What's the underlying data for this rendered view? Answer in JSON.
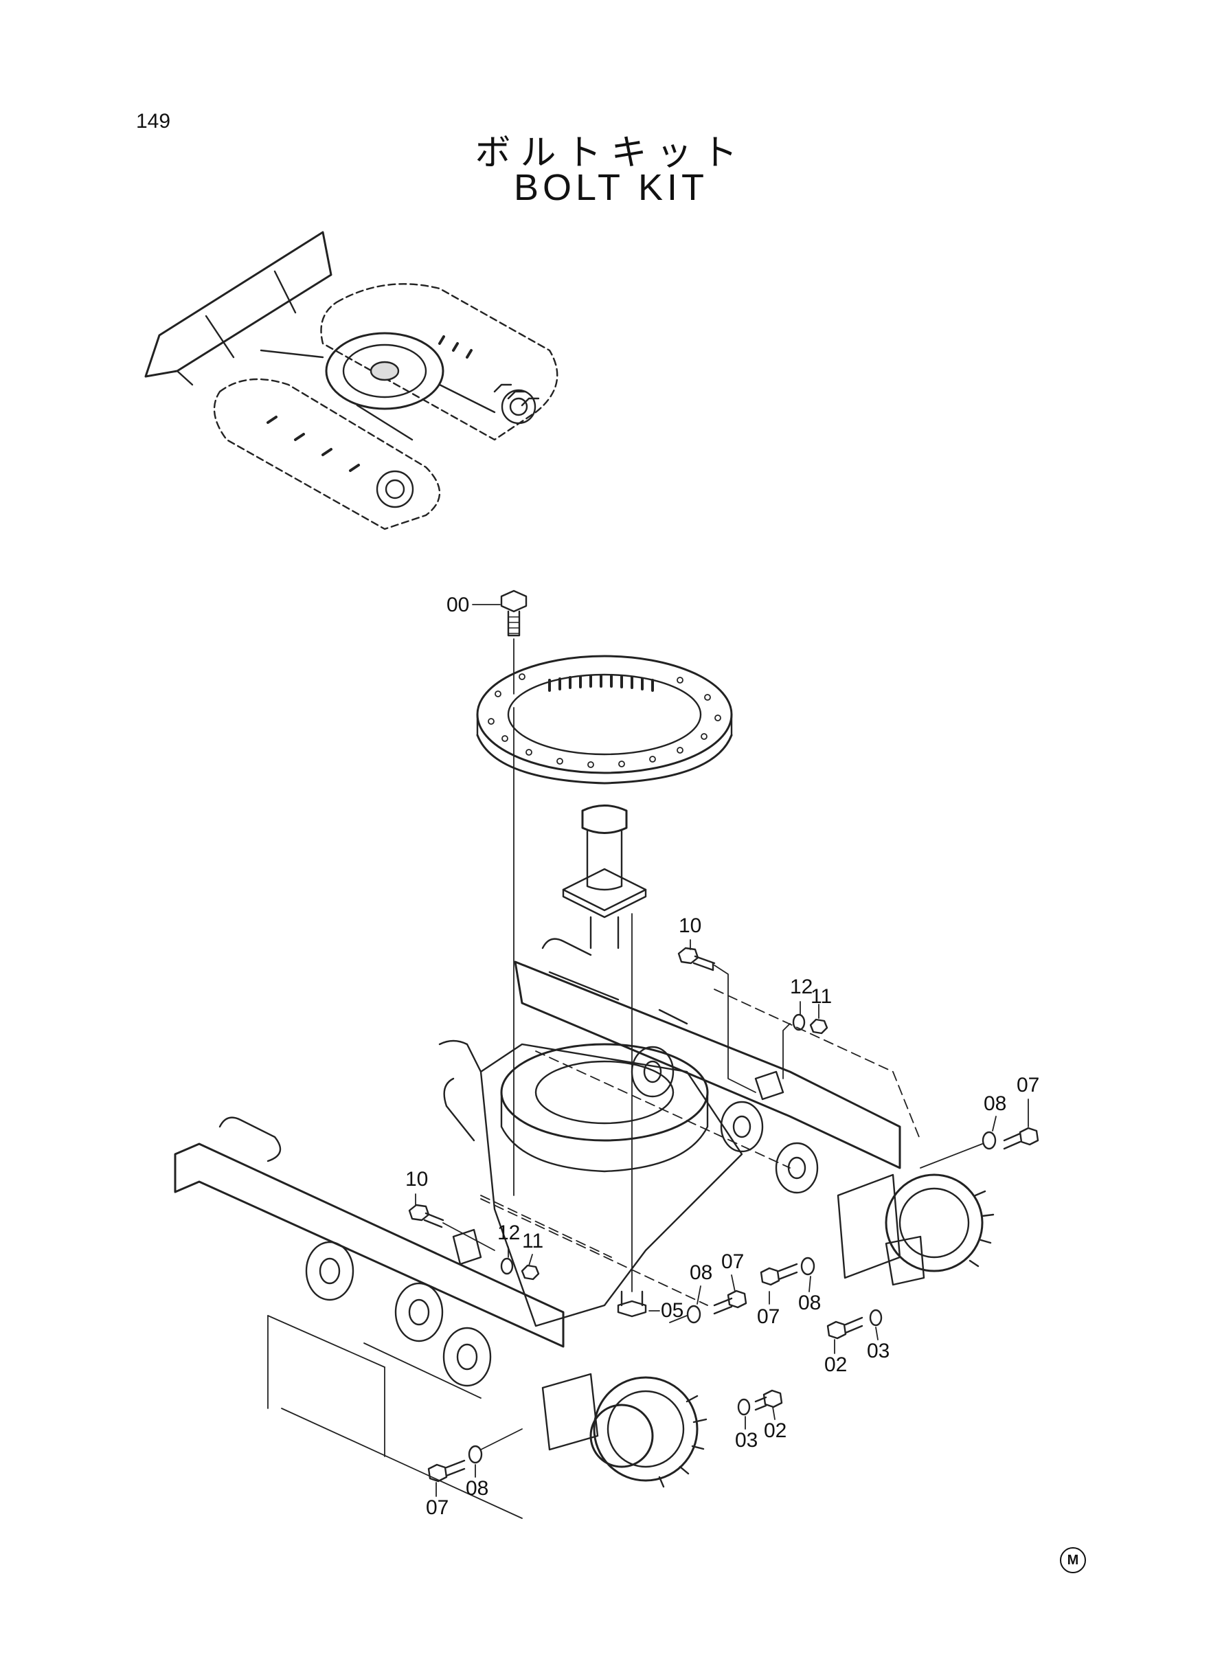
{
  "page_number": "149",
  "title_ja": "ボルトキット",
  "title_en": "BOLT KIT",
  "revision_mark": "M",
  "callouts": [
    {
      "id": "c00",
      "label": "00"
    },
    {
      "id": "c10a",
      "label": "10"
    },
    {
      "id": "c12a",
      "label": "12"
    },
    {
      "id": "c11a",
      "label": "11"
    },
    {
      "id": "c07a",
      "label": "07"
    },
    {
      "id": "c08a",
      "label": "08"
    },
    {
      "id": "c10b",
      "label": "10"
    },
    {
      "id": "c12b",
      "label": "12"
    },
    {
      "id": "c11b",
      "label": "11"
    },
    {
      "id": "c05",
      "label": "05"
    },
    {
      "id": "c08b",
      "label": "08"
    },
    {
      "id": "c07b",
      "label": "07"
    },
    {
      "id": "c07c",
      "label": "07"
    },
    {
      "id": "c08c",
      "label": "08"
    },
    {
      "id": "c02a",
      "label": "02"
    },
    {
      "id": "c03a",
      "label": "03"
    },
    {
      "id": "c03b",
      "label": "03"
    },
    {
      "id": "c02b",
      "label": "02"
    },
    {
      "id": "c07d",
      "label": "07"
    },
    {
      "id": "c08d",
      "label": "08"
    }
  ]
}
